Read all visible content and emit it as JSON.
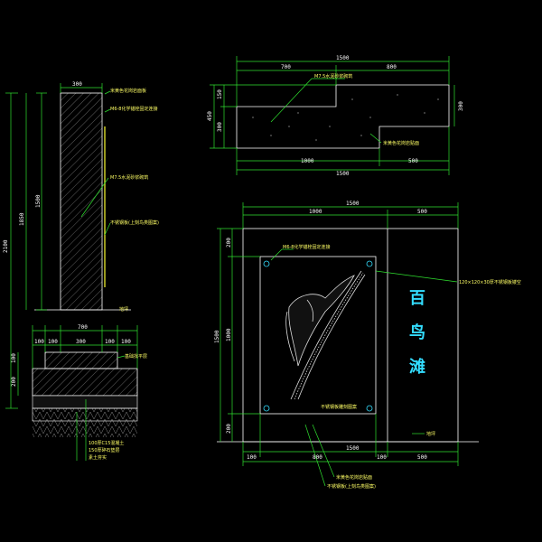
{
  "section": {
    "dims": {
      "top": "300",
      "total_h": "2100",
      "wall_h": "1850",
      "above_ground": "1500",
      "b1": "100",
      "b2": "100",
      "b3": "300",
      "b4": "100",
      "b5": "100",
      "base_total": "700",
      "footing_h1": "100",
      "footing_h2": "200"
    },
    "labels": {
      "finish": "米黄色花岗岩面板",
      "anchor": "M6-8化学锚栓固定连接",
      "mortar": "M7.5水泥砂浆砌筑",
      "steel": "不锈钢板(上刻鸟类图案)",
      "ground": "地坪",
      "base_note": "基础找平层",
      "layer1": "100厚C15混凝土",
      "layer2": "150厚碎石垫层",
      "layer3": "素土夯实"
    }
  },
  "plan": {
    "dims": {
      "total": "1500",
      "left": "700",
      "right": "800",
      "bottom_left": "1000",
      "bottom_right": "500",
      "h_total": "450",
      "h_top": "150",
      "h_bottom": "300",
      "h_right": "300"
    },
    "labels": {
      "mortar": "M7.5水泥砂浆砌筑",
      "finish": "米黄色花岗岩贴面"
    }
  },
  "elevation": {
    "dims": {
      "top_total": "1500",
      "top_left": "1000",
      "top_right": "500",
      "left_total": "1500",
      "left_top": "200",
      "left_mid": "1000",
      "left_bot": "200",
      "bottom_total": "1500",
      "b1": "100",
      "b2": "800",
      "b3": "100",
      "b4": "500"
    },
    "labels": {
      "anchor": "M6-8化学锚栓固定连接",
      "plate_spec": "120×120×30厚不锈钢板镂空",
      "panel_caption": "不锈钢板雕刻图案",
      "ground": "地坪",
      "finish": "米黄色花岗岩贴面",
      "steel": "不锈钢板(上刻鸟类图案)"
    },
    "sign_chars": [
      "百",
      "鸟",
      "滩"
    ]
  },
  "colors": {
    "dimension": "#2fe02f",
    "outline": "#ffffff",
    "text_sign": "#33ddff",
    "plate": "#ffff33"
  }
}
